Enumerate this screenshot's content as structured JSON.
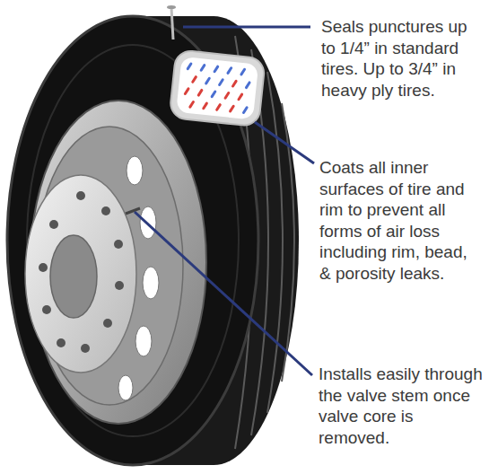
{
  "diagram": {
    "labels": [
      "Seals punctures up to 1/4” in standard tires. Up to 3/4” in heavy ply tires.",
      "Coats all inner surfaces of tire and rim to prevent all forms of air loss including rim, bead, & porosity leaks.",
      "Installs easily through the valve stem once valve core is removed."
    ]
  }
}
